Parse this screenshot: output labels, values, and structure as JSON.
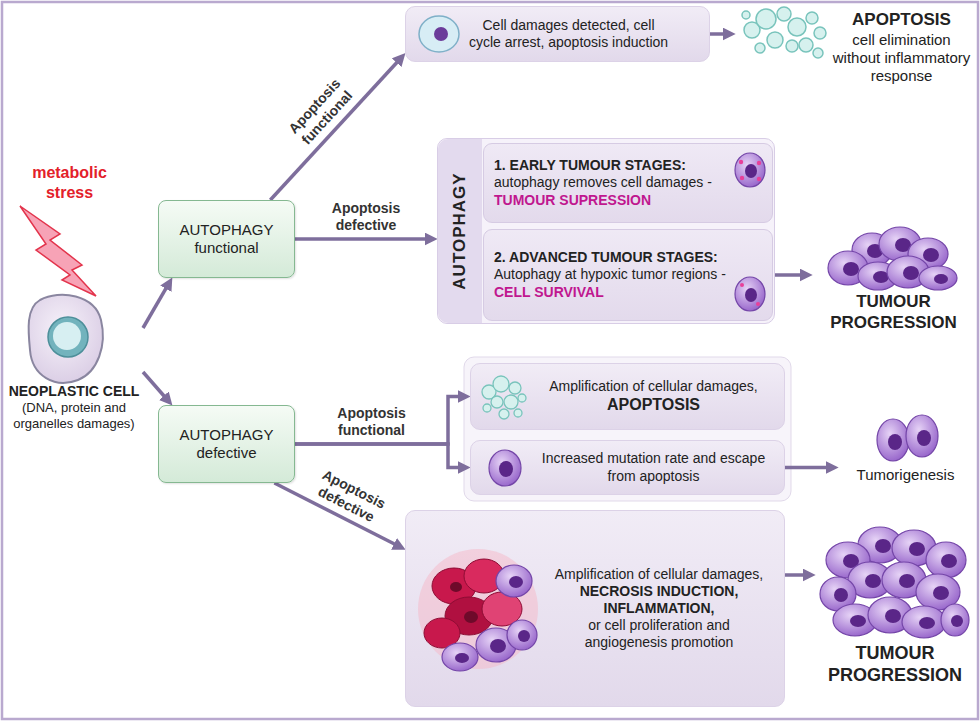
{
  "diagram": {
    "nodes": [
      {
        "text": [
          "Cell damages detected, cell cycle arrest, apoptosis induction"
        ]
      },
      {
        "text": [
          "APOPTOSIS",
          "cell elimination without inflammatory response"
        ]
      },
      {
        "text": [
          "AUTOPHAGY functional"
        ]
      },
      {
        "text": [
          "AUTOPHAGY"
        ]
      },
      {
        "text": [
          "1. EARLY TUMOUR STAGES:",
          "autophagy removes cell damages -",
          "TUMOUR SUPRESSION"
        ],
        "in": 3
      },
      {
        "text": [
          "2. ADVANCED TUMOUR STAGES:",
          "Autophagy at hypoxic tumor regions -",
          "CELL SURVIVAL"
        ],
        "in": 3
      },
      {
        "text": [
          "TUMOUR PROGRESSION"
        ]
      },
      {
        "text": [
          "NEOPLASTIC CELL",
          "(DNA, protein and organelles damages)"
        ]
      },
      {
        "text": [
          "AUTOPHAGY defective"
        ]
      },
      {
        "text": [
          "Amplification of cellular damages,",
          "APOPTOSIS"
        ]
      },
      {
        "text": [
          "Increased mutation rate and escape from apoptosis"
        ]
      },
      {
        "text": [
          "Tumorigenesis"
        ]
      },
      {
        "text": [
          "Amplification of cellular damages,",
          "NECROSIS INDUCTION,",
          "INFLAMMATION,",
          "or cell proliferation and angiogenesis promotion"
        ]
      },
      {
        "text": [
          "TUMOUR PROGRESSION"
        ]
      }
    ],
    "edges": [
      {
        "from": 7,
        "to": 2,
        "arrow": "to"
      },
      {
        "from": 7,
        "to": 8,
        "arrow": "to"
      },
      {
        "from": 2,
        "to": 0,
        "label": "Apoptosis functional",
        "arrow": "to"
      },
      {
        "from": 2,
        "to": 3,
        "label": "Apoptosis defective",
        "arrow": "to"
      },
      {
        "from": 0,
        "to": 1,
        "arrow": "to"
      },
      {
        "from": 5,
        "to": 6,
        "arrow": "to"
      },
      {
        "from": 8,
        "to": 9,
        "label": "Apoptosis functional",
        "arrow": "to"
      },
      {
        "from": 8,
        "to": 10,
        "arrow": "to"
      },
      {
        "from": 10,
        "to": 11,
        "arrow": "to"
      },
      {
        "from": 8,
        "to": 12,
        "label": "Apoptosis defective",
        "arrow": "to"
      },
      {
        "from": 12,
        "to": 13,
        "arrow": "to"
      }
    ],
    "labels": [
      "metabolic stress"
    ]
  }
}
